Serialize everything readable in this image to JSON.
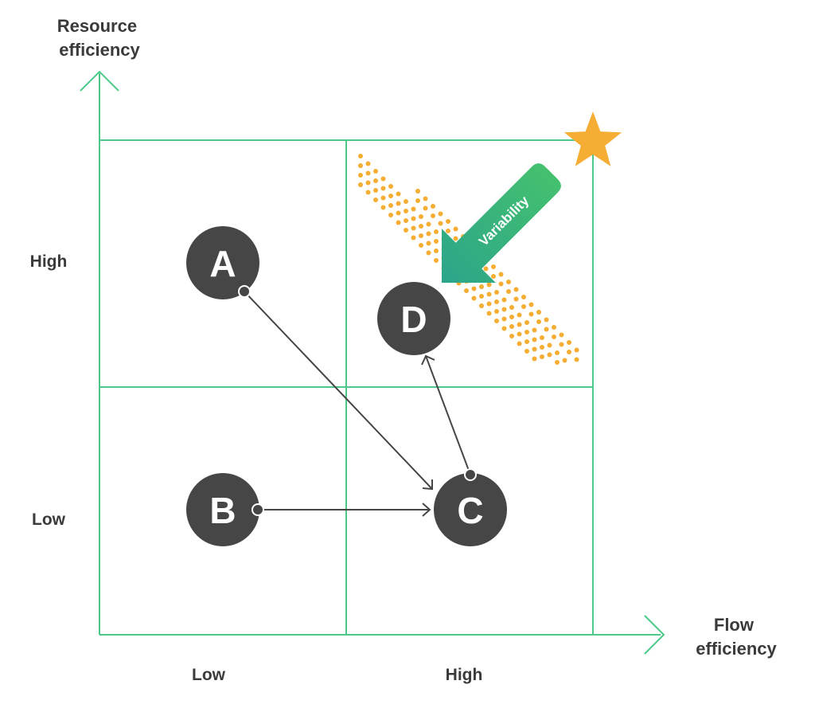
{
  "axes": {
    "y_title": [
      "Resource",
      "efficiency"
    ],
    "x_title": [
      "Flow",
      "efficiency"
    ],
    "y_ticks": {
      "high": "High",
      "low": "Low"
    },
    "x_ticks": {
      "low": "Low",
      "high": "High"
    }
  },
  "nodes": [
    {
      "id": "A",
      "label": "A"
    },
    {
      "id": "B",
      "label": "B"
    },
    {
      "id": "C",
      "label": "C"
    },
    {
      "id": "D",
      "label": "D"
    }
  ],
  "transitions": [
    {
      "from": "A",
      "to": "C"
    },
    {
      "from": "B",
      "to": "C"
    },
    {
      "from": "C",
      "to": "D"
    }
  ],
  "variability": {
    "label": "Variability"
  },
  "icons": {
    "goal": "star-icon",
    "pressure": "arrow-icon"
  },
  "colors": {
    "grid": "#4cc98a",
    "node": "#464646",
    "connector": "#464646",
    "star": "#f5ad33",
    "dots": "#f5ad33",
    "arrow_start": "#2ba58a",
    "arrow_end": "#45c06f",
    "text": "#3a3a3a"
  }
}
